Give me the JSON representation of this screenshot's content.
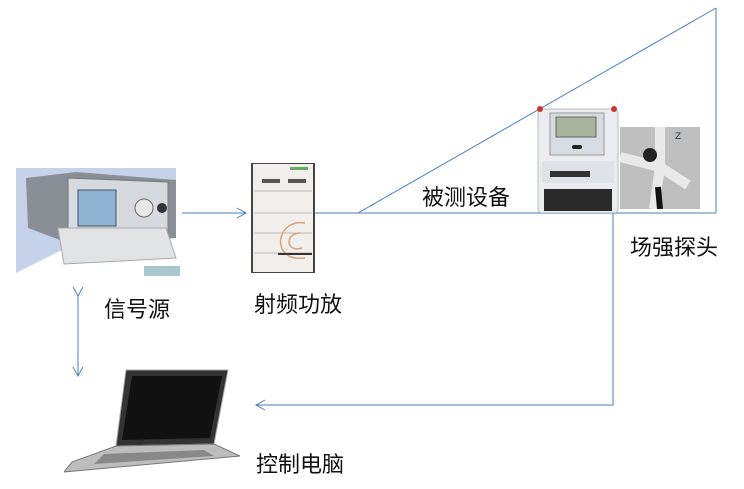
{
  "labels": {
    "signal_source": "信号源",
    "rf_amplifier": "射频功放",
    "device_under_test": "被测设备",
    "field_probe": "场强探头",
    "control_pc": "控制电脑"
  },
  "colors": {
    "connector": "#4f7db5"
  }
}
